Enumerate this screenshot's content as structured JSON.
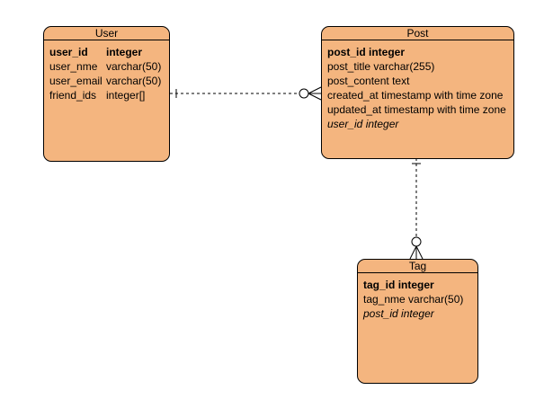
{
  "entities": {
    "user": {
      "name": "User",
      "fields": [
        {
          "name": "user_id",
          "type": "integer",
          "key": "pk"
        },
        {
          "name": "user_nme",
          "type": "varchar(50)",
          "key": ""
        },
        {
          "name": "user_email",
          "type": "varchar(50)",
          "key": ""
        },
        {
          "name": "friend_ids",
          "type": "integer[]",
          "key": ""
        }
      ]
    },
    "post": {
      "name": "Post",
      "fields": [
        {
          "name": "post_id",
          "type": "integer",
          "key": "pk"
        },
        {
          "name": "post_title",
          "type": "varchar(255)",
          "key": ""
        },
        {
          "name": "post_content",
          "type": "text",
          "key": ""
        },
        {
          "name": "created_at",
          "type": "timestamp with time zone",
          "key": ""
        },
        {
          "name": "updated_at",
          "type": "timestamp with time zone",
          "key": ""
        },
        {
          "name": "user_id",
          "type": "integer",
          "key": "fk"
        }
      ]
    },
    "tag": {
      "name": "Tag",
      "fields": [
        {
          "name": "tag_id",
          "type": "integer",
          "key": "pk"
        },
        {
          "name": "tag_nme",
          "type": "varchar(50)",
          "key": ""
        },
        {
          "name": "post_id",
          "type": "integer",
          "key": "fk"
        }
      ]
    }
  },
  "relationships": [
    {
      "from": "User",
      "to": "Post",
      "from_cardinality": "one",
      "to_cardinality": "zero-or-many"
    },
    {
      "from": "Post",
      "to": "Tag",
      "from_cardinality": "one",
      "to_cardinality": "zero-or-many"
    }
  ],
  "colors": {
    "entity_fill": "#f4b57f",
    "stroke": "#000000"
  }
}
